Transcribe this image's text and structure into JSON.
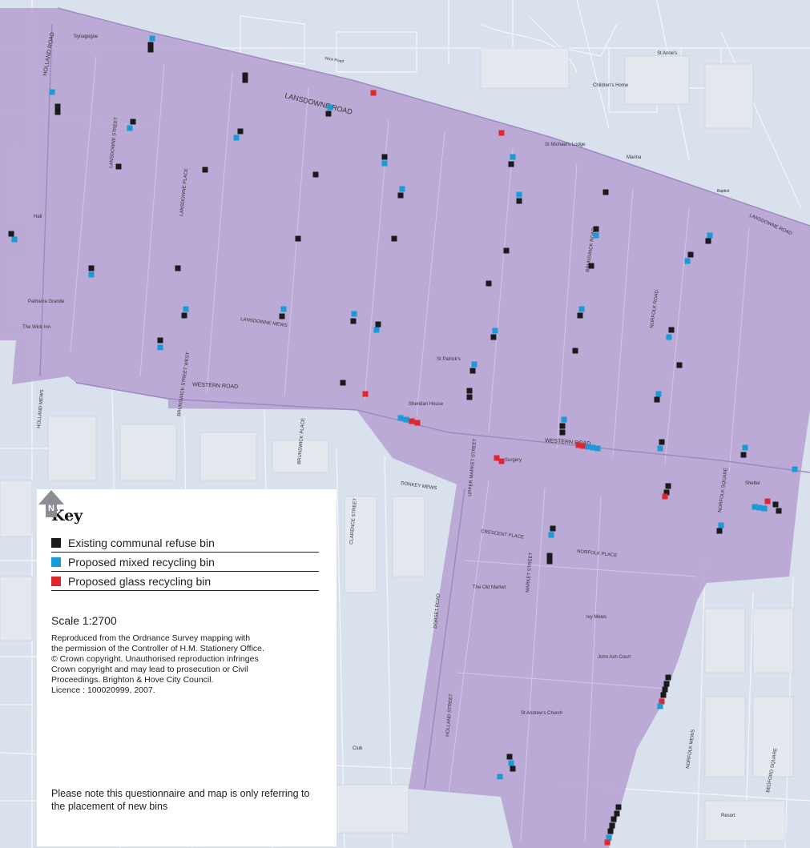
{
  "legend": {
    "title": "Key",
    "items": [
      {
        "label": "Existing communal refuse bin",
        "color": "#1a1a1a"
      },
      {
        "label": "Proposed mixed recycling bin",
        "color": "#1a9ad6"
      },
      {
        "label": "Proposed glass recycling bin",
        "color": "#e0262f"
      }
    ]
  },
  "scale": "Scale 1:2700",
  "credit": [
    "Reproduced from the Ordnance Survey mapping with",
    "the permission of the Controller of H.M. Stationery Office.",
    "© Crown copyright. Unauthorised reproduction infringes",
    "Crown copyright and may lead to prosecution or Civil",
    "Proceedings. Brighton & Hove City Council.",
    "Licence : 100020999, 2007."
  ],
  "north_label": "N",
  "note": "Please note this questionnaire and map is only referring to the placement of new bins",
  "colors": {
    "highlight_area": "#b39bd1",
    "map_background": "#d9e2ec",
    "building": "#e8edf2"
  },
  "streets": {
    "lansdowne_road": "LANSDOWNE ROAD",
    "western_road": "WESTERN ROAD",
    "lansdowne_street": "LANSDOWNE STREET",
    "lansdowne_place": "LANSDOWNE PLACE",
    "holland_road": "HOLLAND ROAD",
    "holland_mews": "HOLLAND MEWS",
    "brunswick_street_west": "BRUNSWICK STREET WEST",
    "brunswick_place": "BRUNSWICK PLACE",
    "brunswick_road": "BRUNSWICK ROAD",
    "norfolk_road": "NORFOLK ROAD",
    "norfolk_square": "NORFOLK SQUARE",
    "norfolk_place": "NORFOLK PLACE",
    "crescent_place": "CRESCENT PLACE",
    "upper_market_street": "UPPER MARKET STREET",
    "market_street": "MARKET STREET",
    "dorset_road": "DORSET ROAD",
    "donkey_mews": "DONKEY MEWS",
    "lansdowne_mews": "LANSDOWNE MEWS",
    "norfolk_mews": "NORFOLK MEWS",
    "bedford_square": "BEDFORD SQUARE",
    "clarence_street": "CLARENCE STREET",
    "holland_street": "HOLLAND STREET"
  },
  "places": {
    "synagogue": "Synagogue",
    "st_patricks": "St Patrick's",
    "sheridan_house": "Sheridan House",
    "surgery": "Surgery",
    "the_old_market": "The Old Market",
    "st_andrews": "St Andrew's Church",
    "john_ash_court": "John Ash Court",
    "ivy_mews": "Ivy Mews",
    "palmeira_grande": "Palmeira Grande",
    "the_wick_inn": "The Wick Inn",
    "st_michaels_lodge": "St Michael's Lodge",
    "childrens_home": "Children's Home",
    "st_annes": "St Anne's",
    "marina": "Marina",
    "shelter": "Shelter",
    "club": "Club",
    "hall": "Hall",
    "baptist": "Baptist",
    "resort": "Resort",
    "wick_road": "Wick Road"
  }
}
